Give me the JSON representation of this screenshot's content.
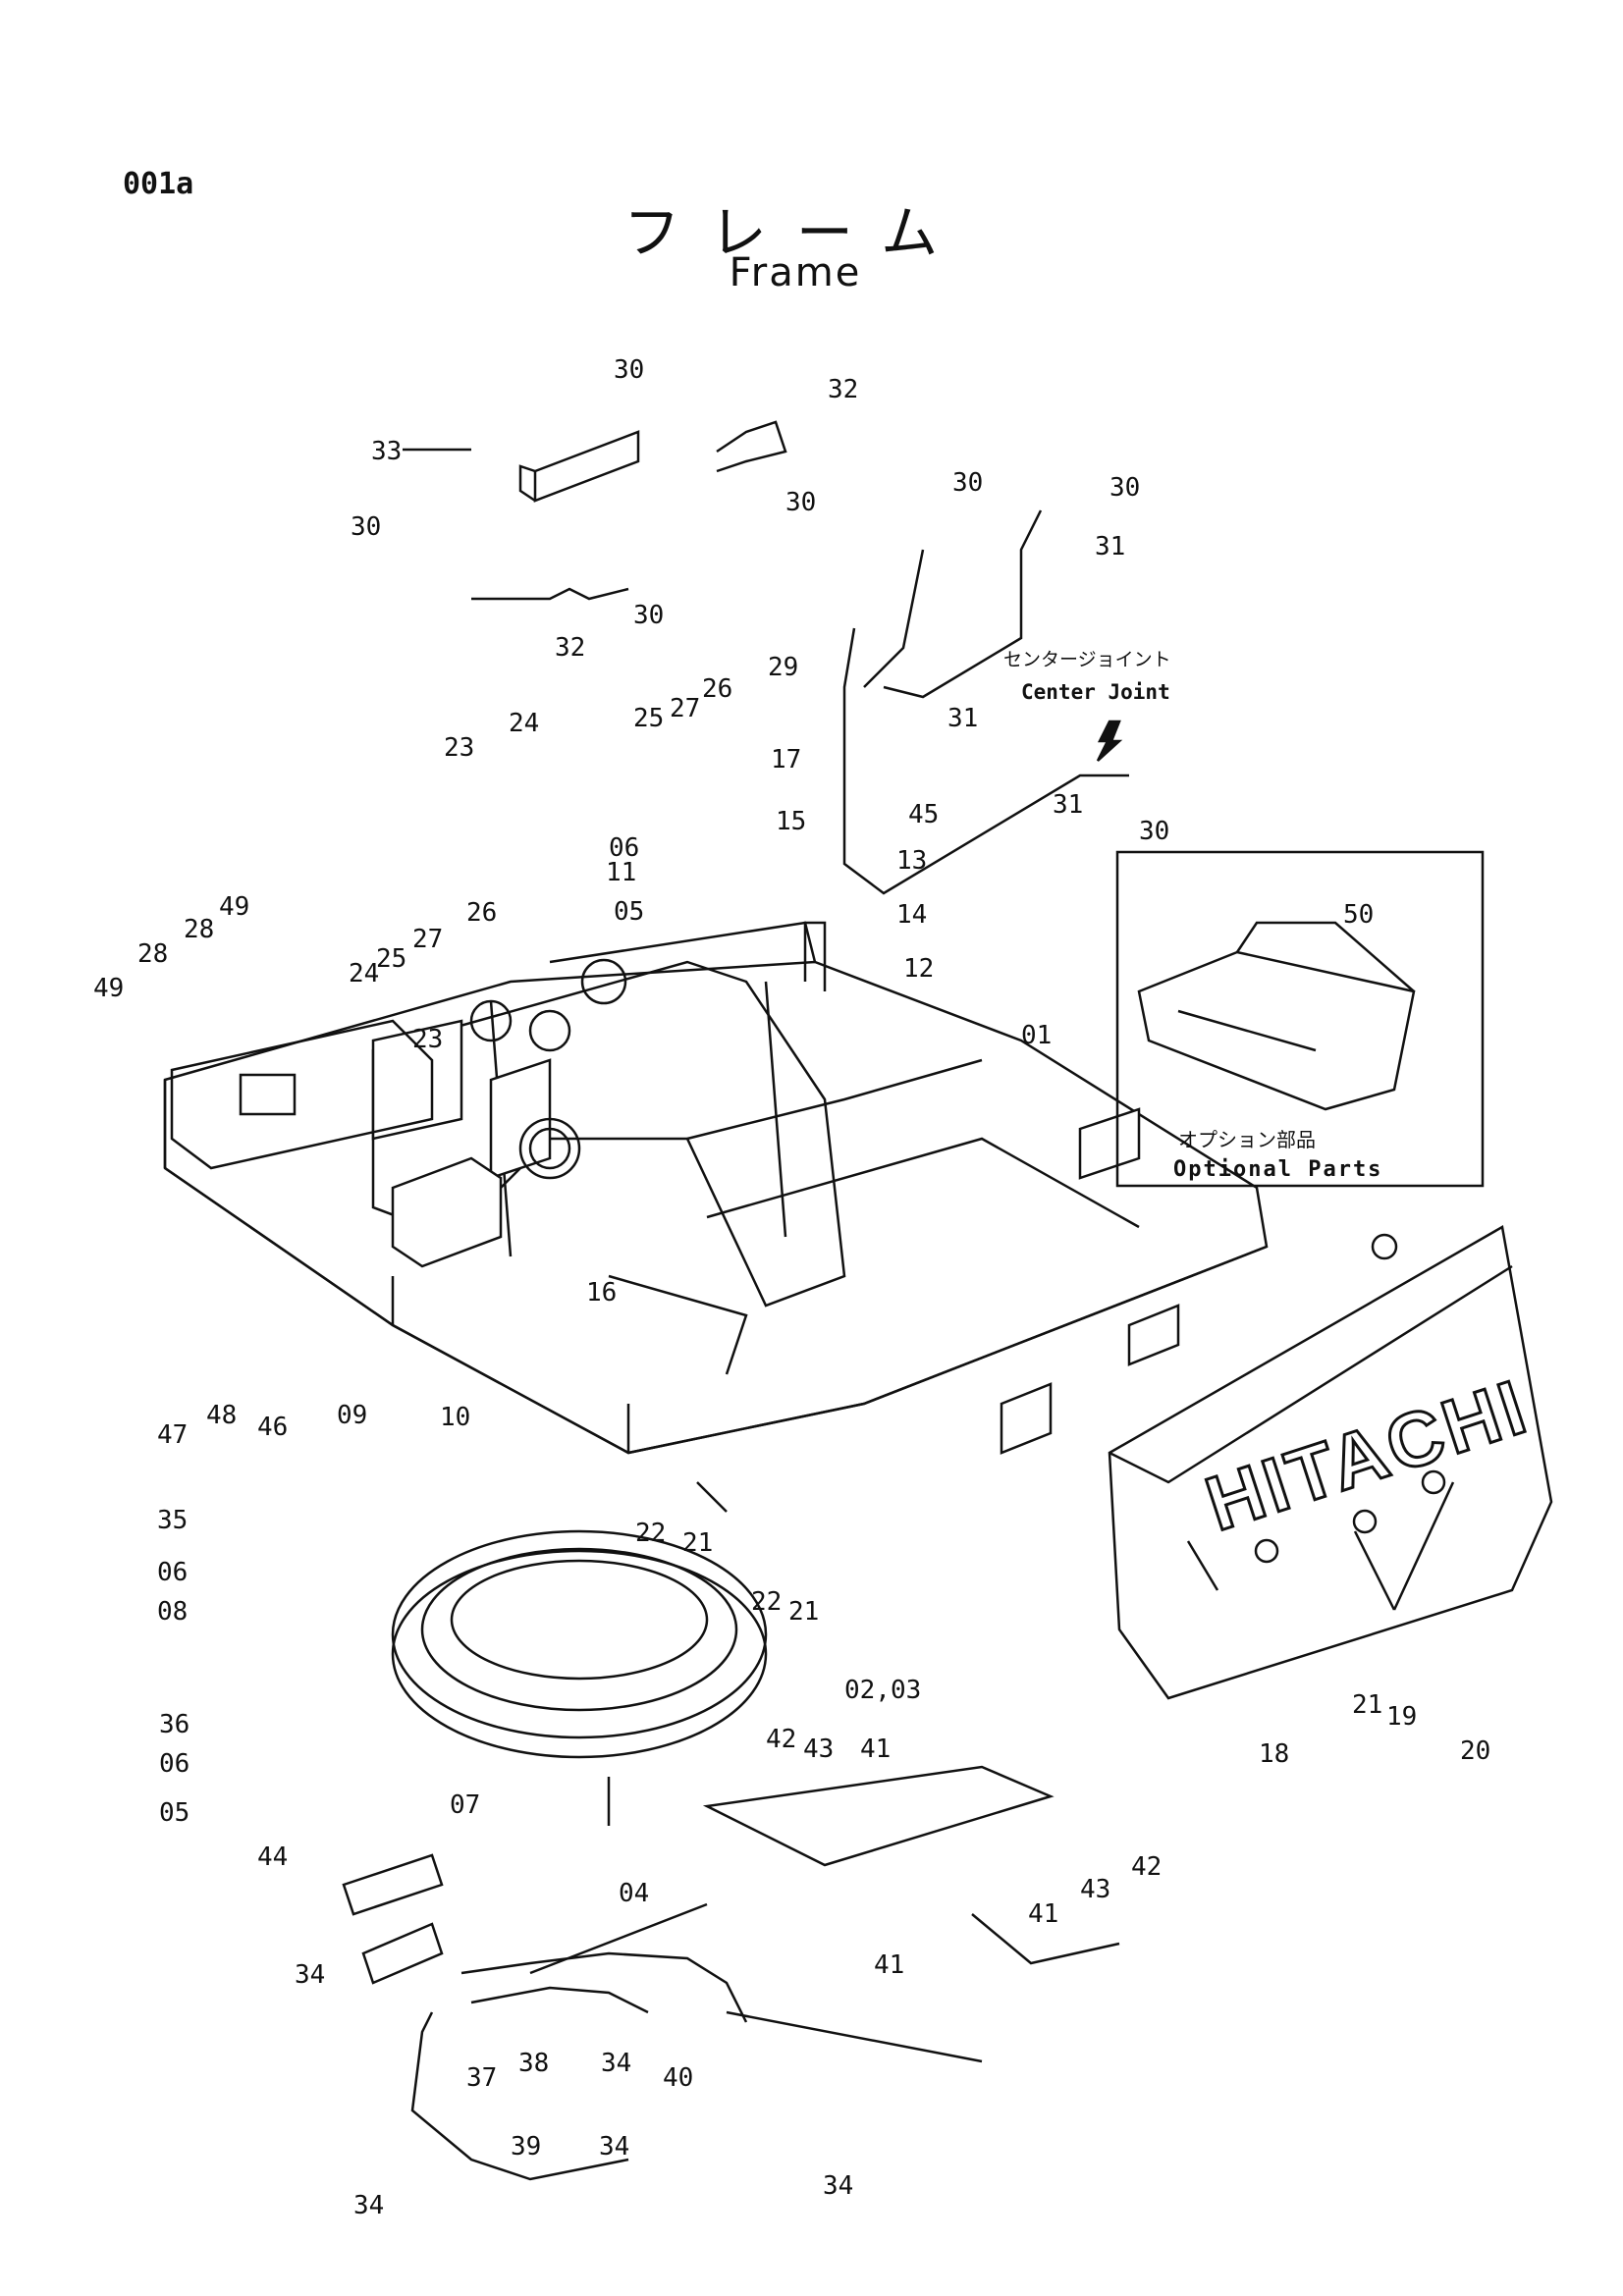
{
  "header": {
    "page_id": "001a",
    "title_jp": "フレーム",
    "title_en": "Frame"
  },
  "callouts": {
    "center_joint_jp": "センタージョイント",
    "center_joint_en": "Center Joint",
    "optional_parts_jp": "オプション部品",
    "optional_parts_en": "Optional Parts",
    "brand": "HITACHI"
  },
  "part_labels": [
    "30",
    "32",
    "33",
    "30",
    "30",
    "30",
    "30",
    "31",
    "30",
    "32",
    "29",
    "31",
    "31",
    "30",
    "45",
    "24",
    "25",
    "27",
    "26",
    "23",
    "17",
    "06",
    "11",
    "15",
    "05",
    "13",
    "14",
    "12",
    "49",
    "28",
    "28",
    "49",
    "24",
    "25",
    "27",
    "26",
    "23",
    "01",
    "50",
    "16",
    "47",
    "48",
    "46",
    "09",
    "10",
    "35",
    "06",
    "08",
    "22",
    "21",
    "22",
    "21",
    "02,03",
    "36",
    "06",
    "05",
    "07",
    "04",
    "18",
    "21",
    "19",
    "20",
    "42",
    "43",
    "41",
    "41",
    "44",
    "34",
    "42",
    "43",
    "41",
    "38",
    "34",
    "40",
    "37",
    "39",
    "34",
    "34",
    "34"
  ]
}
